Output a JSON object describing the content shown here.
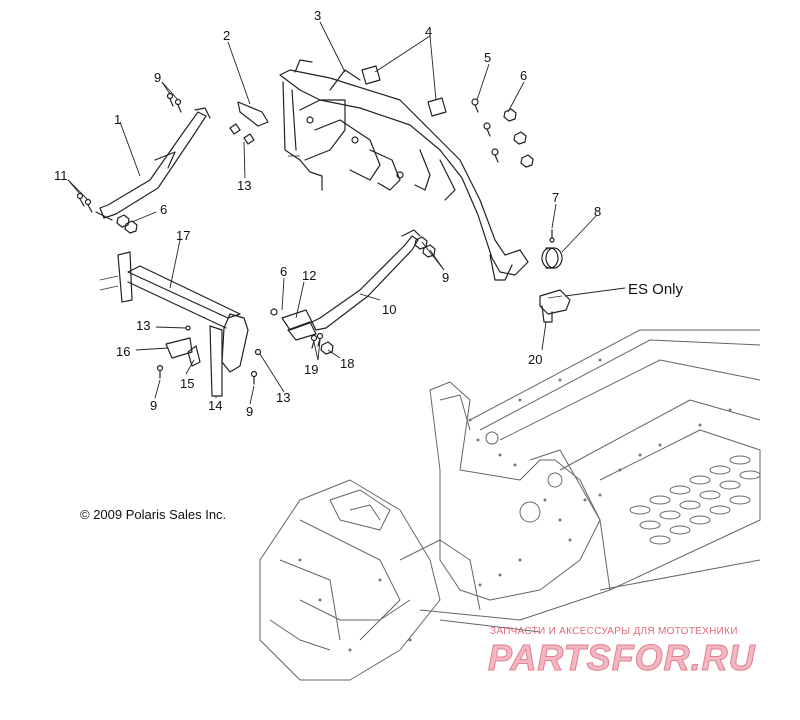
{
  "copyright": "© 2009 Polaris Sales Inc.",
  "note_es_only": "ES Only",
  "watermark": {
    "tagline": "ЗАПЧАСТИ И АКСЕССУАРЫ ДЛЯ МОТОТЕХНИКИ",
    "brand": "PARTSFOR.RU"
  },
  "callouts": {
    "c1": "1",
    "c2": "2",
    "c3": "3",
    "c4": "4",
    "c5": "5",
    "c6a": "6",
    "c6b": "6",
    "c6c": "6",
    "c7": "7",
    "c8": "8",
    "c9a": "9",
    "c9b": "9",
    "c9c": "9",
    "c9d": "9",
    "c10": "10",
    "c11": "11",
    "c12": "12",
    "c13a": "13",
    "c13b": "13",
    "c13c": "13",
    "c14": "14",
    "c15": "15",
    "c16": "16",
    "c17": "17",
    "c18": "18",
    "c19": "19",
    "c20": "20"
  },
  "colors": {
    "line": "#222222",
    "chassis": "#666666",
    "watermark_small": "#e06a7a",
    "watermark_big": "#f2b8c2"
  }
}
